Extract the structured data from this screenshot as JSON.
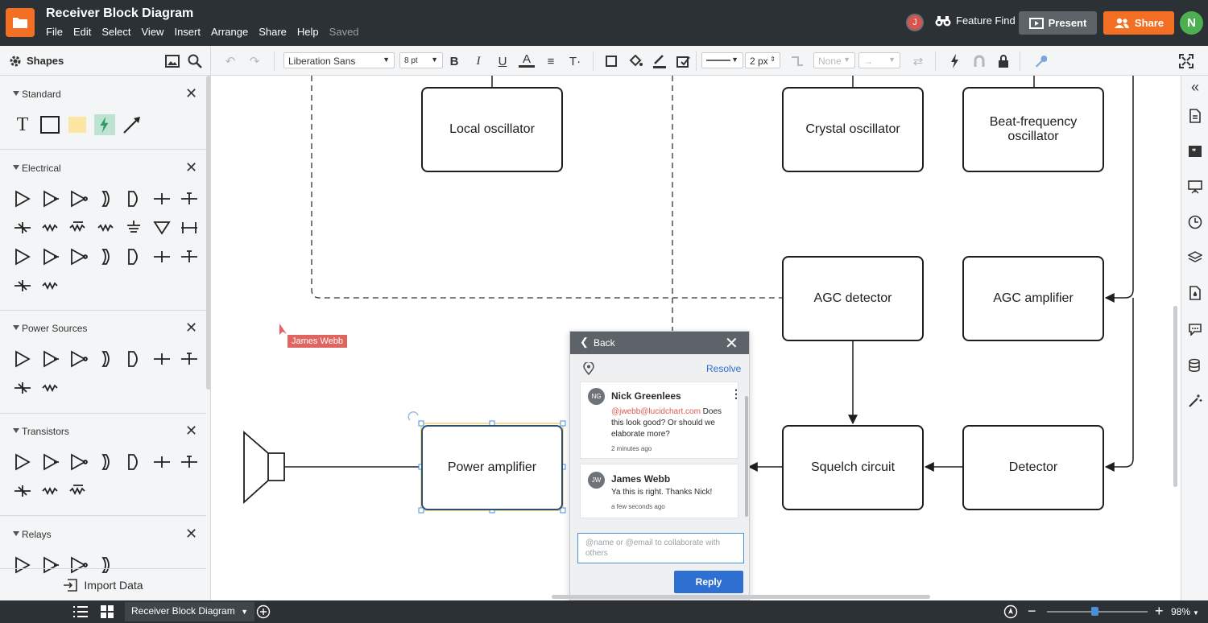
{
  "window": {
    "title": "Receiver Block Diagram",
    "menu": [
      "File",
      "Edit",
      "Select",
      "View",
      "Insert",
      "Arrange",
      "Share",
      "Help"
    ],
    "saved_status": "Saved"
  },
  "header": {
    "collaborator_initial": "J",
    "feature_find_label": "Feature Find",
    "present_label": "Present",
    "share_label": "Share",
    "user_initial": "N",
    "colors": {
      "accent": "#f26f24",
      "user_avatar": "#4caf50",
      "collaborator": "#d9534f"
    }
  },
  "toolbar": {
    "shapes_label": "Shapes",
    "font_family": "Liberation Sans",
    "font_size": "8 pt",
    "line_width": "2 px",
    "arrow_start": "None",
    "icons": [
      "undo-icon",
      "redo-icon",
      "bold-icon",
      "italic-icon",
      "underline-icon",
      "font-color-icon",
      "align-icon",
      "text-options-icon",
      "border-icon",
      "fill-icon",
      "line-color-icon",
      "style-icon",
      "connector-icon",
      "swap-arrows-icon",
      "lightning-icon",
      "magnet-icon",
      "lock-icon",
      "wrench-icon",
      "fullscreen-icon"
    ]
  },
  "shape_panel": {
    "sections": [
      {
        "title": "Standard"
      },
      {
        "title": "Electrical"
      },
      {
        "title": "Power Sources"
      },
      {
        "title": "Transistors"
      },
      {
        "title": "Relays"
      }
    ],
    "import_label": "Import Data"
  },
  "canvas": {
    "nodes": {
      "local_oscillator": "Local oscillator",
      "crystal_oscillator": "Crystal oscillator",
      "beat_frequency_oscillator": "Beat-frequency oscillator",
      "agc_detector": "AGC detector",
      "agc_amplifier": "AGC amplifier",
      "power_amplifier": "Power amplifier",
      "squelch_circuit": "Squelch circuit",
      "detector": "Detector"
    },
    "cursor_label": "James Webb"
  },
  "comments": {
    "back_label": "Back",
    "resolve_label": "Resolve",
    "thread": [
      {
        "initials": "NG",
        "author": "Nick Greenlees",
        "mention": "@jwebb@lucidchart.com",
        "text": " Does this look good? Or should we elaborate more?",
        "time": "2 minutes ago"
      },
      {
        "initials": "JW",
        "author": "James Webb",
        "text": "Ya this is right. Thanks Nick!",
        "time": "a few seconds ago"
      }
    ],
    "input_placeholder": "@name or @email to collaborate with others",
    "reply_label": "Reply"
  },
  "bottom": {
    "page_tab": "Receiver Block Diagram",
    "zoom": "98%"
  }
}
